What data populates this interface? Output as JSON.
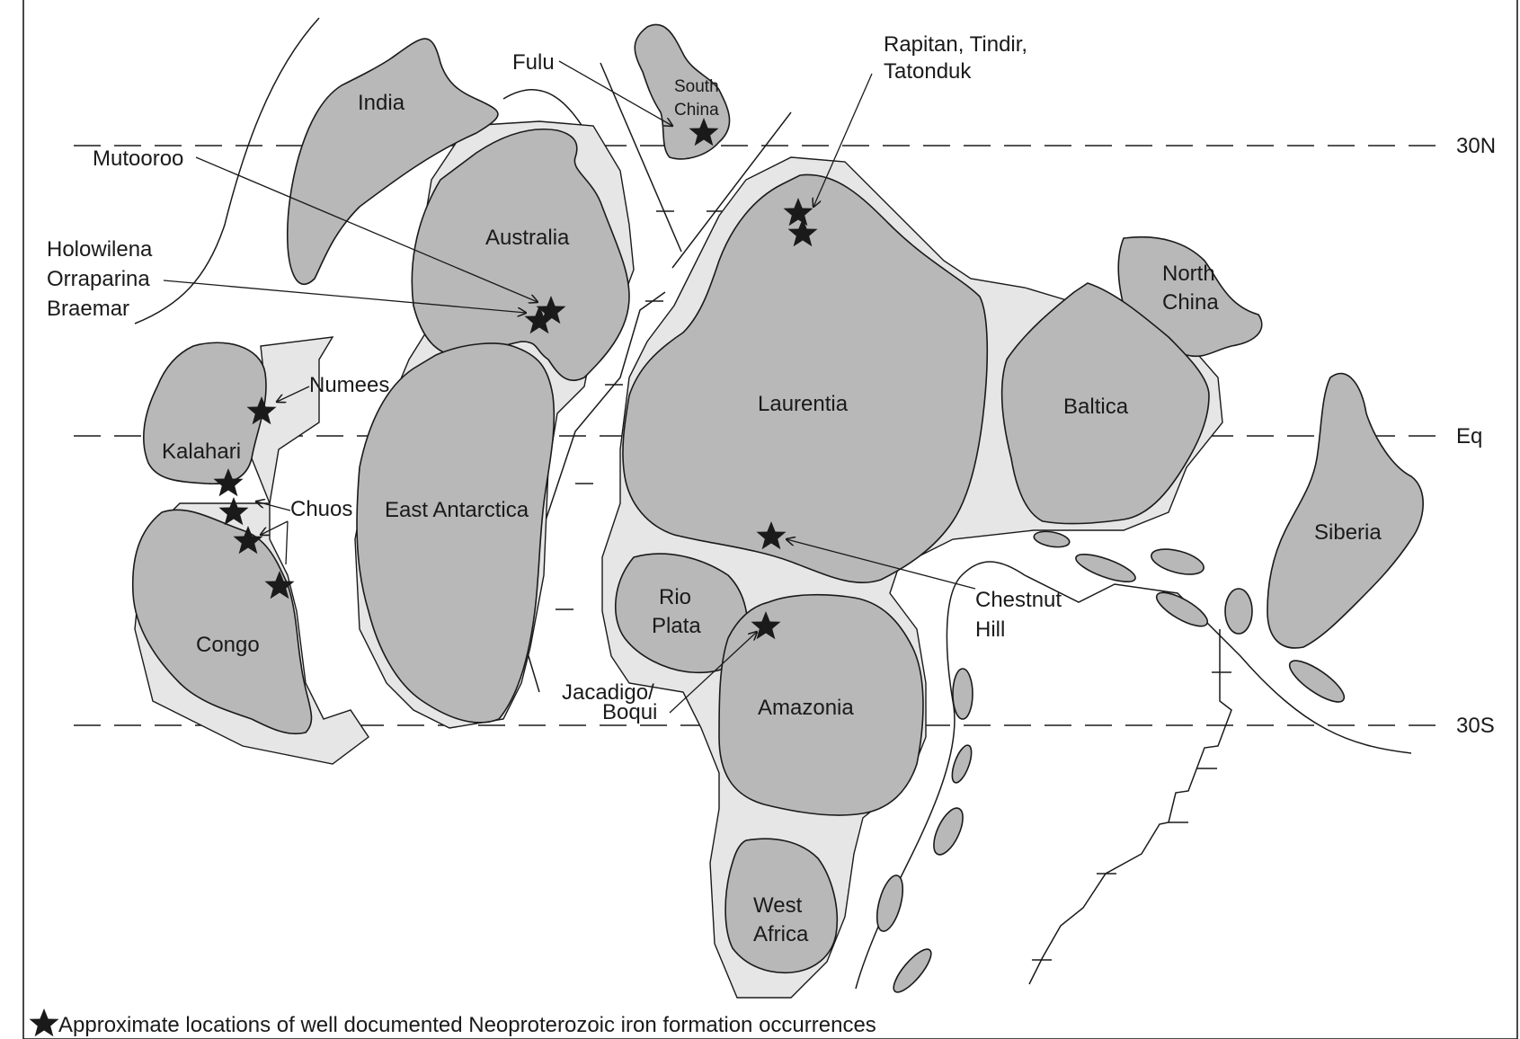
{
  "latitudes": {
    "north": "30N",
    "equator": "Eq",
    "south": "30S"
  },
  "continents": {
    "india": "India",
    "south_china_1": "South",
    "south_china_2": "China",
    "australia": "Australia",
    "east_antarctica": "East Antarctica",
    "kalahari": "Kalahari",
    "congo": "Congo",
    "laurentia": "Laurentia",
    "north_china_1": "North",
    "north_china_2": "China",
    "baltica": "Baltica",
    "siberia": "Siberia",
    "rio_plata_1": "Rio",
    "rio_plata_2": "Plata",
    "amazonia": "Amazonia",
    "west_africa_1": "West",
    "west_africa_2": "Africa"
  },
  "localities": {
    "fulu": "Fulu",
    "rapitan_1": "Rapitan, Tindir,",
    "rapitan_2": "Tatonduk",
    "mutooroo": "Mutooroo",
    "holowilena_1": "Holowilena",
    "holowilena_2": "Orraparina",
    "holowilena_3": "Braemar",
    "numees": "Numees",
    "chuos": "Chuos",
    "chestnut_1": "Chestnut",
    "chestnut_2": "Hill",
    "jacadigo_1": "Jacadigo/",
    "jacadigo_2": "Boqui"
  },
  "legend": {
    "text": "Approximate locations of well documented Neoproterozoic iron formation occurrences",
    "symbol": "star-icon"
  },
  "colors": {
    "continent_fill": "#b8b8b8",
    "shelf_fill": "#e6e6e6",
    "ink": "#1a1a1a"
  }
}
